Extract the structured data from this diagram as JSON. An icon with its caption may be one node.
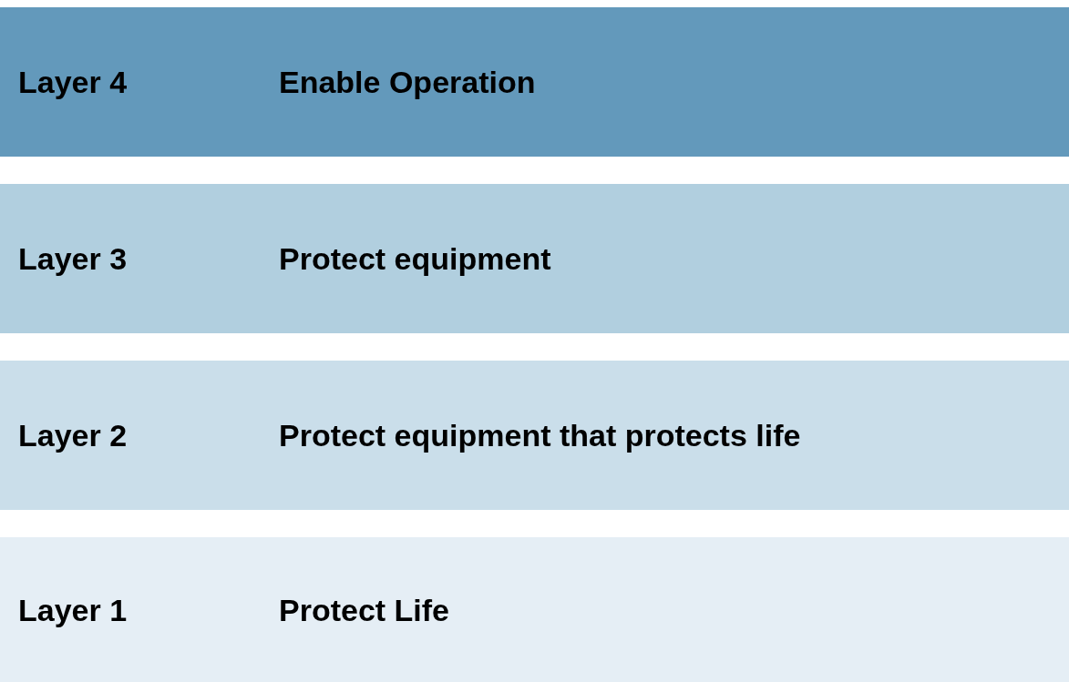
{
  "diagram": {
    "nodes": [
      {
        "text": [
          "Layer 4",
          "Enable Operation"
        ]
      },
      {
        "text": [
          "Layer 3",
          "Protect equipment"
        ]
      },
      {
        "text": [
          "Layer 2",
          "Protect equipment that protects life"
        ]
      },
      {
        "text": [
          "Layer 1",
          "Protect Life"
        ]
      }
    ]
  }
}
